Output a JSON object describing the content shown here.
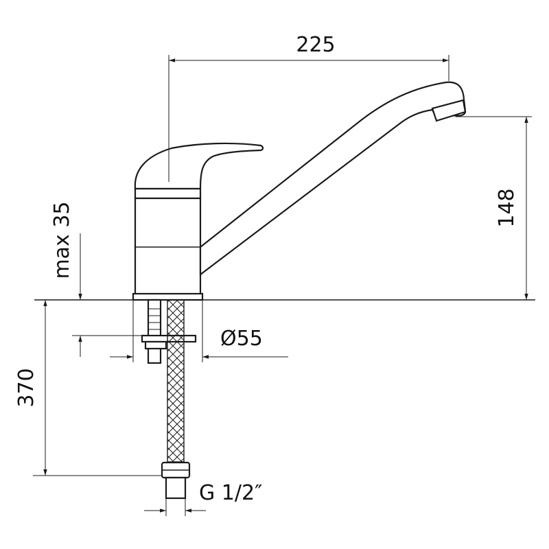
{
  "diagram": {
    "dimensions": {
      "spout_reach": "225",
      "spout_height": "148",
      "max_counter_thickness": "max 35",
      "base_diameter": "Ø55",
      "hose_length": "370",
      "connection_thread": "G 1/2″"
    },
    "colors": {
      "stroke": "#1a1a1a",
      "background": "#ffffff"
    }
  }
}
